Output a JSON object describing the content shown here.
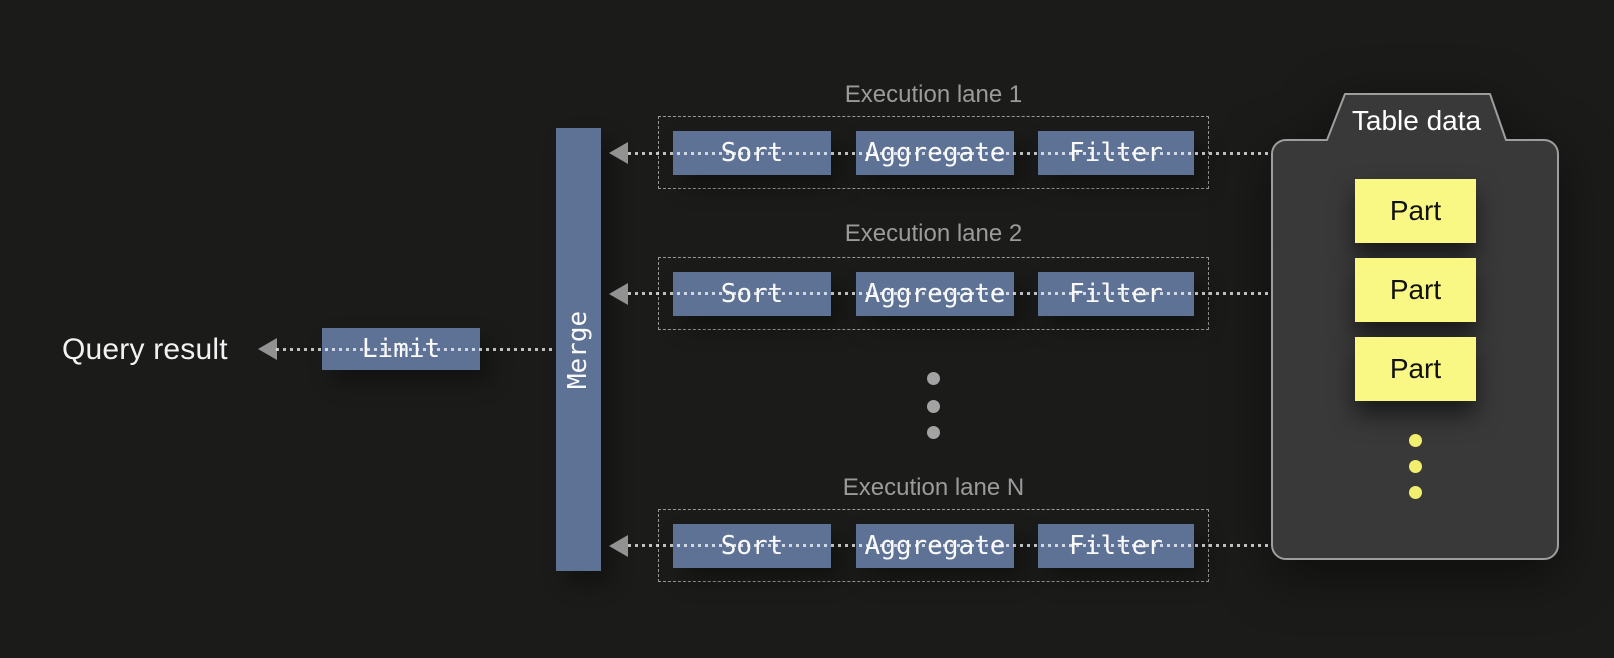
{
  "diagram": {
    "query_result_label": "Query result",
    "limit_label": "Limit",
    "merge_label": "Merge",
    "lanes": [
      {
        "title": "Execution lane 1",
        "operators": [
          "Sort",
          "Aggregate",
          "Filter"
        ]
      },
      {
        "title": "Execution lane 2",
        "operators": [
          "Sort",
          "Aggregate",
          "Filter"
        ]
      },
      {
        "title": "Execution lane N",
        "operators": [
          "Sort",
          "Aggregate",
          "Filter"
        ]
      }
    ],
    "table": {
      "title": "Table data",
      "parts": [
        "Part",
        "Part",
        "Part"
      ]
    }
  },
  "colors": {
    "bg": "#1b1b1a",
    "operator-blue": "#5d7294",
    "operator-text": "#fafafa",
    "lane-title": "#9b9b9b",
    "dot-line": "rgba(255,255,255,0.72)",
    "dash-border": "rgba(255,255,255,0.55)",
    "arrow-gray": "#929292",
    "ellipsis-gray": "#a3a3a3",
    "container-fill": "#393939",
    "container-stroke": "#9e9e9e",
    "part-yellow": "#f9f884",
    "part-text": "#111111",
    "ellipsis-yellow": "#f2ee6e",
    "query-text": "#f2f2f2"
  }
}
